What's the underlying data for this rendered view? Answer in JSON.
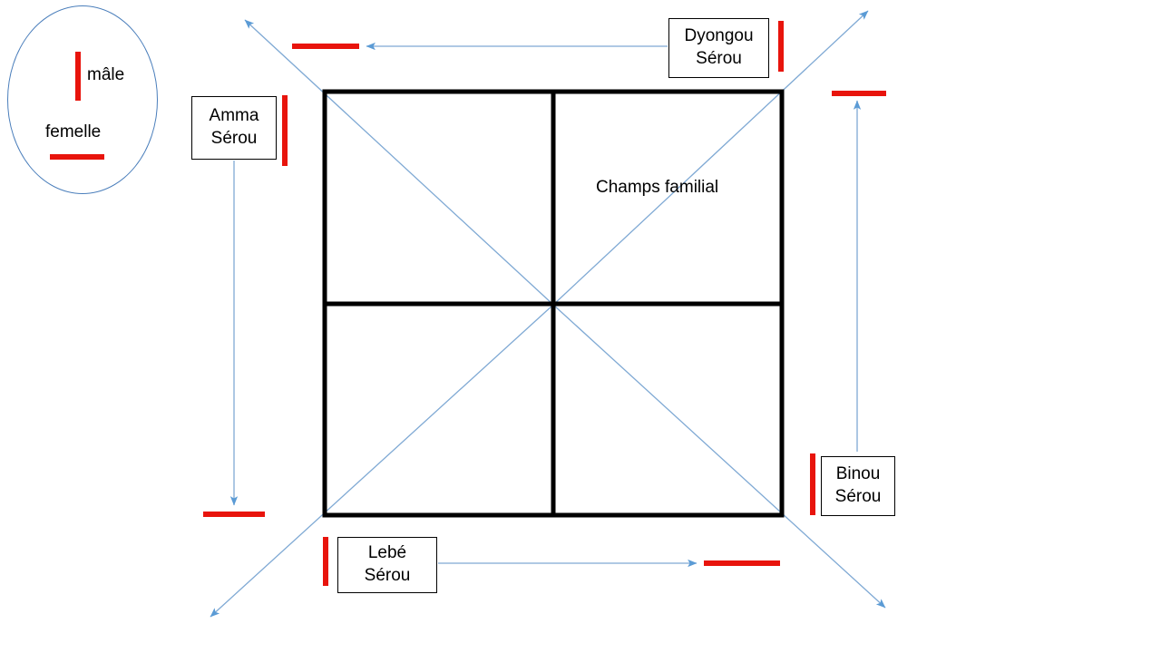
{
  "diagram": {
    "title_text": "Champs familial",
    "legend": {
      "male_label": "mâle",
      "female_label": "femelle"
    },
    "colors": {
      "male_female_mark": "#e8140c",
      "arrow": "#5b9bd5",
      "field_border": "#000000",
      "legend_border": "#4a7ebb"
    },
    "boxes": [
      {
        "name": "amma",
        "line1": "Amma",
        "line2": "Sérou",
        "mark": "male",
        "mark_side": "right"
      },
      {
        "name": "dyongou",
        "line1": "Dyongou",
        "line2": "Sérou",
        "mark": "male",
        "mark_side": "right"
      },
      {
        "name": "binou",
        "line1": "Binou",
        "line2": "Sérou",
        "mark": "male",
        "mark_side": "left"
      },
      {
        "name": "lebe",
        "line1": "Lebé",
        "line2": "Sérou",
        "mark": "male",
        "mark_side": "left"
      }
    ],
    "female_marks": [
      {
        "name": "female-mark-top-left",
        "pointed_from": "dyongou"
      },
      {
        "name": "female-mark-top-right",
        "pointed_from": "binou"
      },
      {
        "name": "female-mark-bottom-left",
        "pointed_from": "amma"
      },
      {
        "name": "female-mark-bottom-right",
        "pointed_from": "lebe"
      }
    ]
  }
}
